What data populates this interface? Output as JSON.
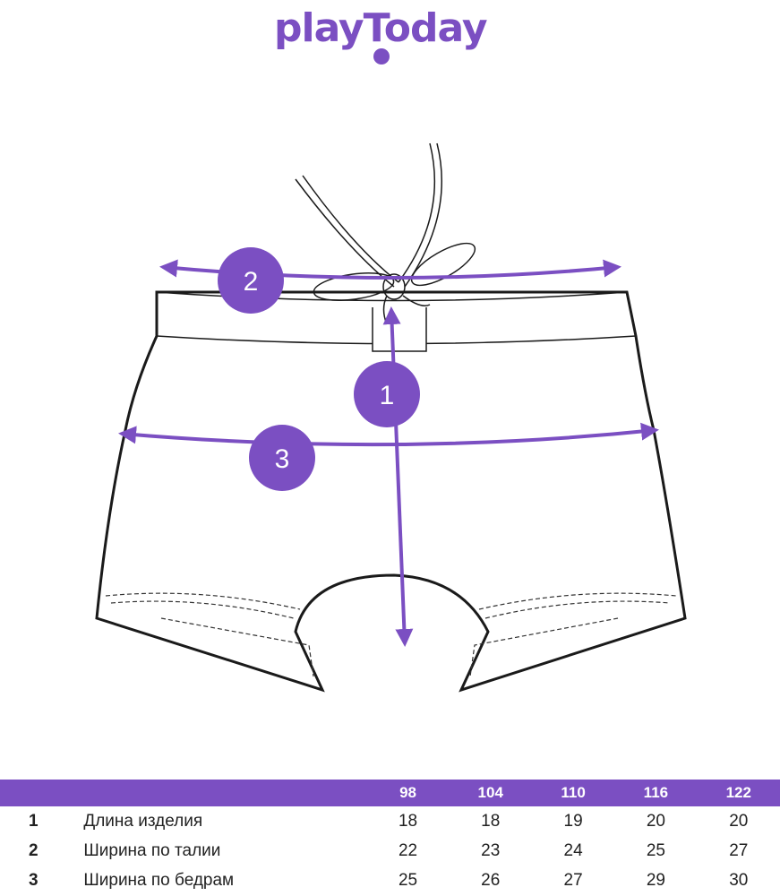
{
  "brand": {
    "name": "playToday",
    "color": "#7b4fc2"
  },
  "markers": [
    {
      "id": "1",
      "label": "1"
    },
    {
      "id": "2",
      "label": "2"
    },
    {
      "id": "3",
      "label": "3"
    }
  ],
  "table": {
    "header_color": "#7b4fc2",
    "sizes": [
      "98",
      "104",
      "110",
      "116",
      "122"
    ],
    "rows": [
      {
        "num": "1",
        "name": "Длина изделия",
        "values": [
          "18",
          "18",
          "19",
          "20",
          "20"
        ]
      },
      {
        "num": "2",
        "name": "Ширина по талии",
        "values": [
          "22",
          "23",
          "24",
          "25",
          "27"
        ]
      },
      {
        "num": "3",
        "name": "Ширина по бедрам",
        "values": [
          "25",
          "26",
          "27",
          "29",
          "30"
        ]
      }
    ]
  }
}
